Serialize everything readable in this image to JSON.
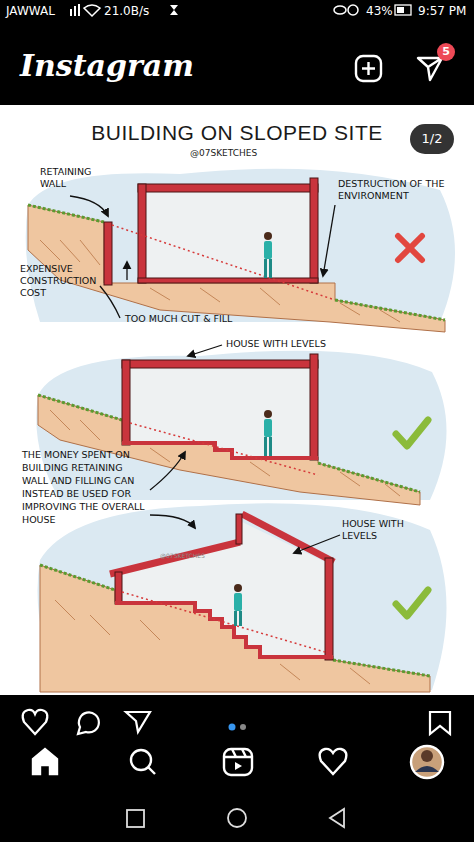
{
  "diagram": {
    "title": "BUILDING ON SLOPED SITE",
    "labels": [
      "JAWWAL",
      "21.0B/s",
      "43%",
      "9:57 PM",
      "Instagram",
      "5",
      "1/2",
      "@07SKETCHES",
      "RETAINING WALL",
      "DESTRUCTION OF THE ENVIRONMENT",
      "EXPENSIVE CONSTRUCTION COST",
      "TOO MUCH CUT & FILL",
      "HOUSE WITH LEVELS",
      "THE MONEY SPENT ON BUILDING RETAINING WALL AND FILLING CAN INSTEAD BE USED FOR IMPROVING THE OVERALL HOUSE",
      "HOUSE WITH LEVELS",
      "@07SKETCHES"
    ]
  }
}
